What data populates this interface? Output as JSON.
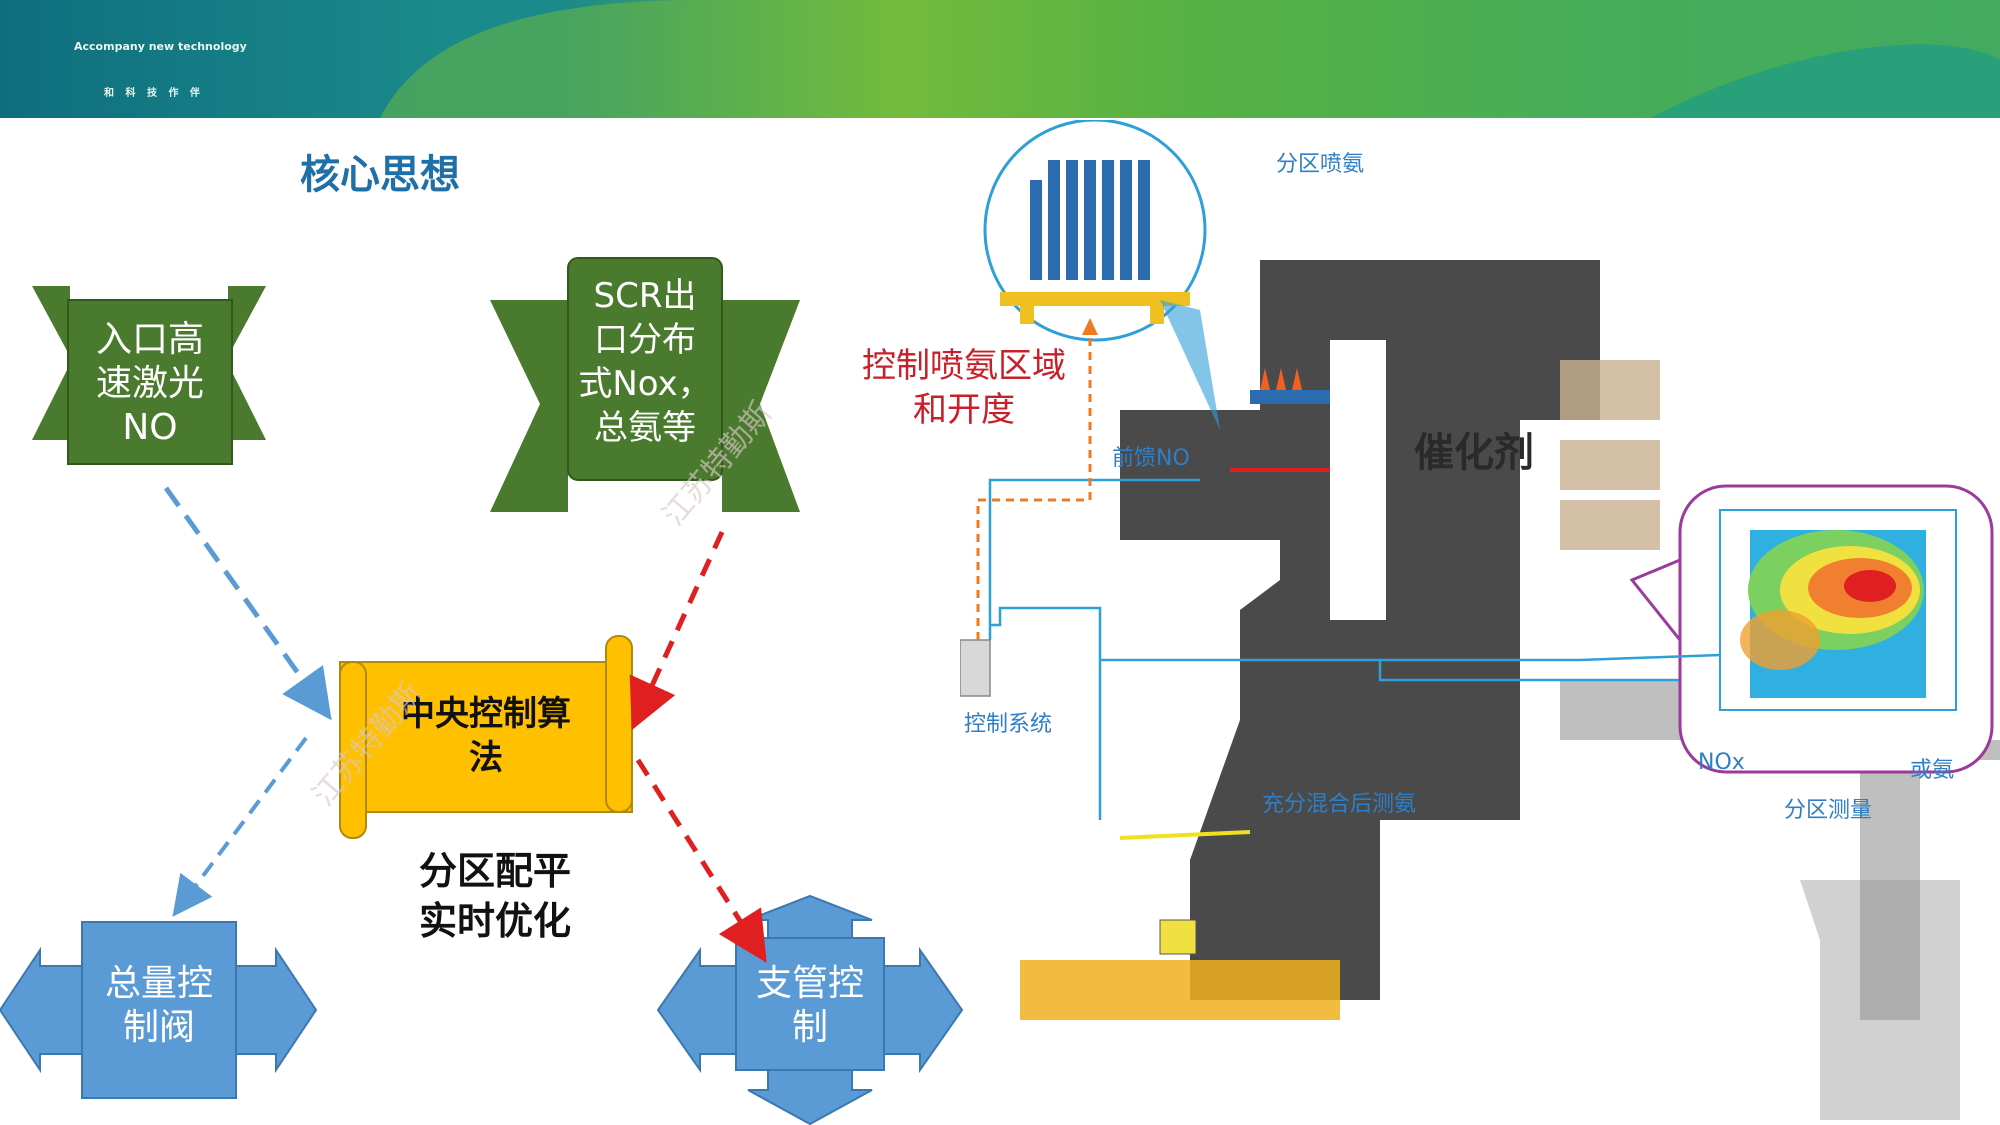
{
  "banner": {
    "tagline": "Accompany new technology",
    "subtagline": "和 科 技 作 伴"
  },
  "title": "核心思想",
  "nodes": {
    "inlet_no": "入口高\n速激光\nNO",
    "scr_outlet": "SCR出\n口分布\n式Nox，\n总氨等",
    "central": "中央控制算\n法",
    "total_valve": "总量控\n制阀",
    "branch_ctrl": "支管控\n制"
  },
  "caption": "分区配平\n实时优化",
  "watermark": "江苏特勤斯",
  "colors": {
    "green": "#4a7a2e",
    "gold": "#ffc000",
    "blue": "#5b9bd5",
    "red": "#e02020",
    "title": "#1f6fa8"
  },
  "figure": {
    "control_note": "控制喷氨区域\n和开度",
    "zone_spray": "分区喷氨",
    "feedforward_no": "前馈NO",
    "catalyst": "催化剂",
    "control_system": "控制系统",
    "mixed_measure": "充分混合后测氨",
    "nox": "NOx",
    "ammonia": "或氨",
    "zone_measure": "分区测量"
  }
}
